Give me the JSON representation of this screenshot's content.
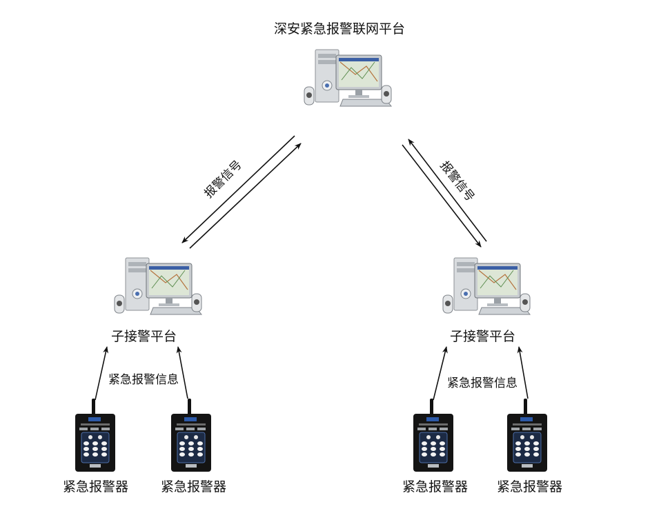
{
  "platform": {
    "title": "深安紧急报警联网平台"
  },
  "links": {
    "left_signal": "报警信号",
    "right_signal": "报警信号"
  },
  "sub_platforms": [
    {
      "label": "子接警平台",
      "info_label": "紧急报警信息",
      "alarms": [
        {
          "label": "紧急报警器"
        },
        {
          "label": "紧急报警器"
        }
      ]
    },
    {
      "label": "子接警平台",
      "info_label": "紧急报警信息",
      "alarms": [
        {
          "label": "紧急报警器"
        },
        {
          "label": "紧急报警器"
        }
      ]
    }
  ],
  "icons": {
    "computer": "desktop-computer-icon",
    "alarm": "emergency-alarm-device-icon"
  }
}
